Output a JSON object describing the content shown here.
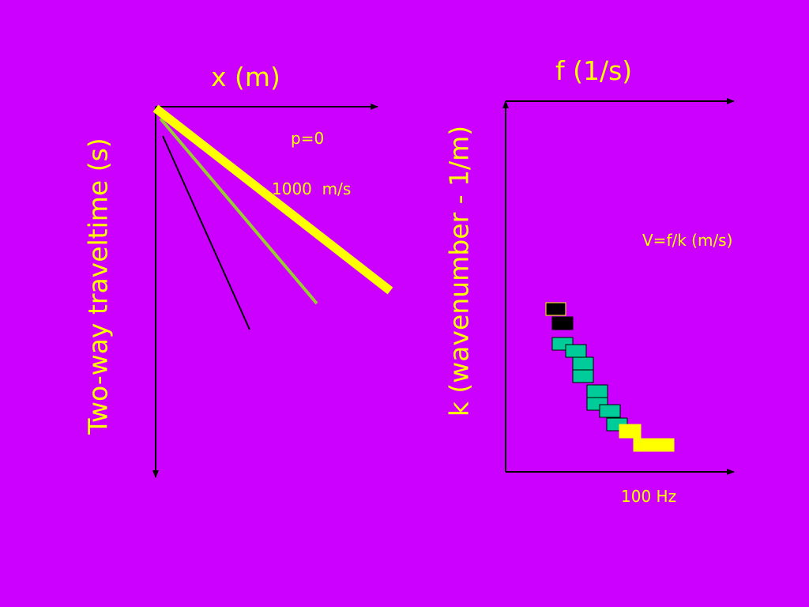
{
  "left_panel": {
    "x_axis_label": "x (m)",
    "y_axis_label": "Two-way traveltime (s)",
    "p_label": "p=0",
    "velocity_label": "1000  m/s"
  },
  "right_panel": {
    "x_axis_label": "f (1/s)",
    "y_axis_label": "k (wavenumber - 1/m)",
    "formula_label": "V=f/k (m/s)",
    "freq_label": "100 Hz"
  },
  "colors": {
    "background": "#CC00FF",
    "text": "#FFFF00",
    "yellow_line": "#FFFF00",
    "green_line": "#99CC33",
    "black_line": "#000000",
    "teal_box": "#00CC99",
    "black_box": "#000000",
    "yellow_box": "#FFFF00"
  }
}
